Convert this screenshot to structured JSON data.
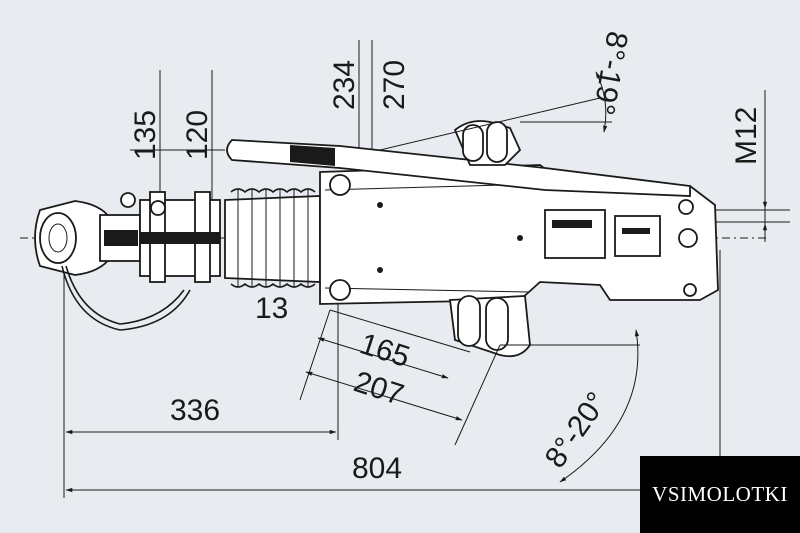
{
  "drawing": {
    "dimensions": {
      "d135": "135",
      "d120": "120",
      "d234": "234",
      "d270": "270",
      "angle_up": "8°-19°",
      "thread": "M12",
      "d13": "13",
      "d165": "165",
      "d207": "207",
      "d336": "336",
      "d804": "804",
      "angle_down": "8°-20°"
    }
  },
  "watermark": {
    "text": "VSIMOLOTKI"
  },
  "colors": {
    "background": "#e8ecf0",
    "ink": "#1a1a1a",
    "watermark_bg": "#000000"
  }
}
